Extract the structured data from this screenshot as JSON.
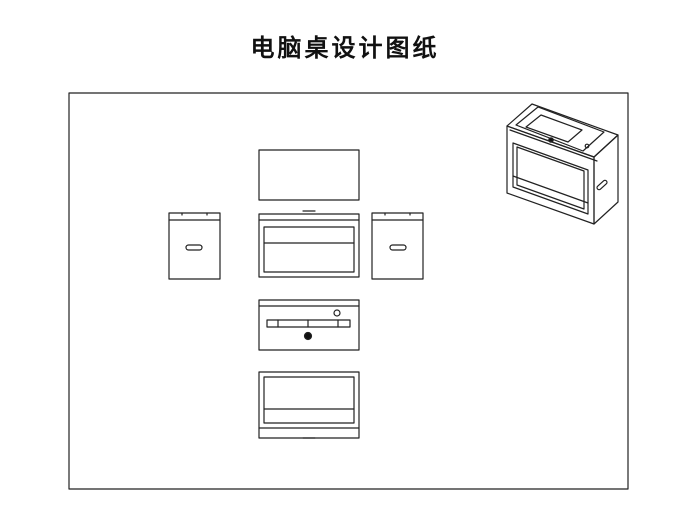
{
  "title": "电脑桌设计图纸",
  "colors": {
    "line": "#222222",
    "background": "#ffffff",
    "hole_fill": "#111111"
  },
  "views": [
    "top-view",
    "left-side-view",
    "front-view",
    "right-side-view",
    "top-surface-view",
    "back-view",
    "isometric-view"
  ]
}
